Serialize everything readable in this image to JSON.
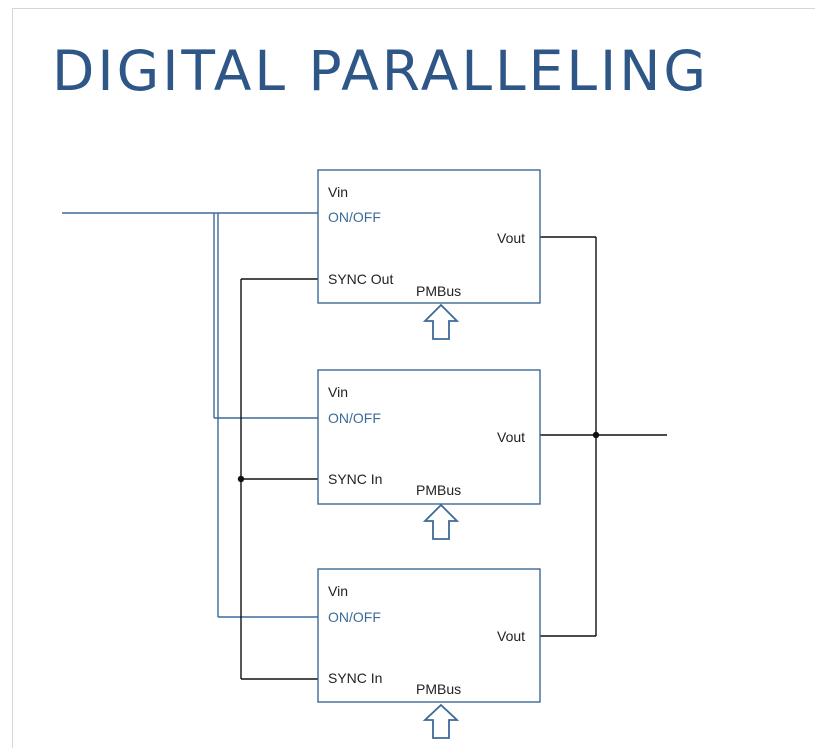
{
  "title": "DIGITAL PARALLELING",
  "colors": {
    "title": "#2e5687",
    "vin_bus": "#3d6a98",
    "onoff_label": "#3d6a98",
    "sync_wire": "#111111",
    "vout_wire": "#111111",
    "pmbus_arrow": "#3d6a98",
    "module_border": "#3d6a98"
  },
  "modules": [
    {
      "vin": "Vin",
      "onoff": "ON/OFF",
      "vout": "Vout",
      "sync": "SYNC Out",
      "pmbus": "PMBus"
    },
    {
      "vin": "Vin",
      "onoff": "ON/OFF",
      "vout": "Vout",
      "sync": "SYNC In",
      "pmbus": "PMBus"
    },
    {
      "vin": "Vin",
      "onoff": "ON/OFF",
      "vout": "Vout",
      "sync": "SYNC In",
      "pmbus": "PMBus"
    }
  ]
}
